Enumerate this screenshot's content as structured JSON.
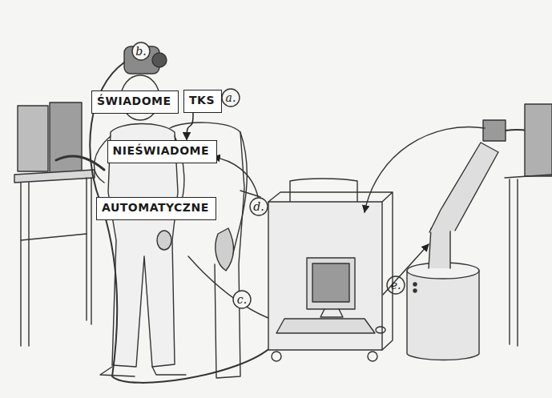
{
  "diagram": {
    "nodes": [
      {
        "text": [
          "ŚWIADOME"
        ]
      },
      {
        "text": [
          "TKS"
        ]
      },
      {
        "text": [
          "NIEŚWIADOME"
        ]
      },
      {
        "text": [
          "AUTOMATYCZNE"
        ]
      }
    ],
    "edges": [
      {
        "from": 1,
        "to": 2,
        "arrow": "to"
      }
    ],
    "labels": [
      "b.",
      "a.",
      "d.",
      "c.",
      "e."
    ]
  }
}
